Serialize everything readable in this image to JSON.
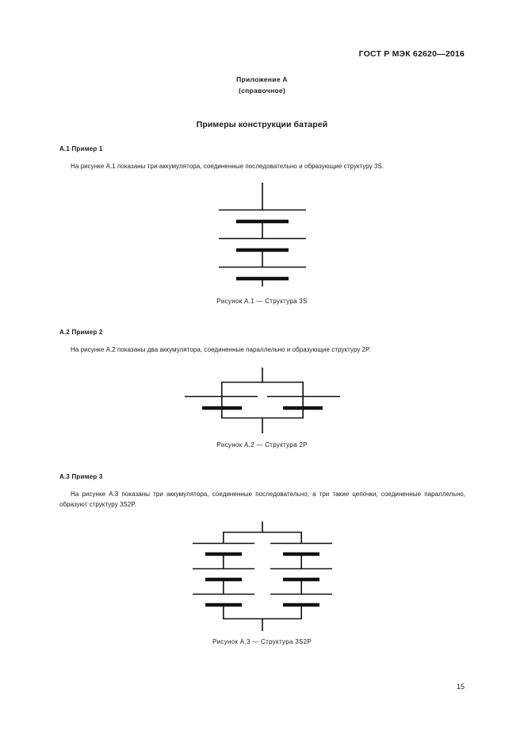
{
  "header": {
    "standard_number": "ГОСТ Р МЭК 62620—2016"
  },
  "annex": {
    "title": "Приложение А",
    "subtitle": "(справочное)",
    "heading": "Примеры конструкции батарей"
  },
  "sections": [
    {
      "number_title": "А.1  Пример 1",
      "paragraph": "На рисунке А.1 показаны три аккумулятора, соединенные последовательно и образующие структуру 3S.",
      "figure_caption": "Рисунок А.1 — Структура 3S"
    },
    {
      "number_title": "А.2  Пример 2",
      "paragraph": "На рисунке А.2 показаны два аккумулятора, соединенные параллельно и образующие структуру 2Р.",
      "figure_caption": "Рисунок А.2 — Структура 2Р"
    },
    {
      "number_title": "А.3  Пример 3",
      "paragraph": "На рисунке А.3 показаны три аккумулятора, соединенные последовательно, а три такие цепочки, соединенные параллельно, образуют структуру 3S2P.",
      "figure_caption": "Рисунок А.3 — Структура 3S2P"
    }
  ],
  "figures": {
    "fig_a1": {
      "name": "series-3s-circuit",
      "description": "Три последовательно соединенных аккумулятора (вертикальная цепочка)",
      "cells": 3,
      "orientation": "vertical"
    },
    "fig_a2": {
      "name": "parallel-2p-circuit",
      "description": "Два параллельно соединенных аккумулятора",
      "branches": 2,
      "cells_per_branch": 1,
      "orientation": "horizontal"
    },
    "fig_a3": {
      "name": "series-parallel-3s2p-circuit",
      "description": "Две параллельные ветви по три последовательных аккумулятора",
      "branches": 2,
      "cells_per_branch": 3,
      "orientation": "vertical"
    }
  },
  "footer": {
    "page_number": "15"
  },
  "colors": {
    "ink": "#1a1a1a",
    "page": "#ffffff",
    "wire": "#111111"
  }
}
